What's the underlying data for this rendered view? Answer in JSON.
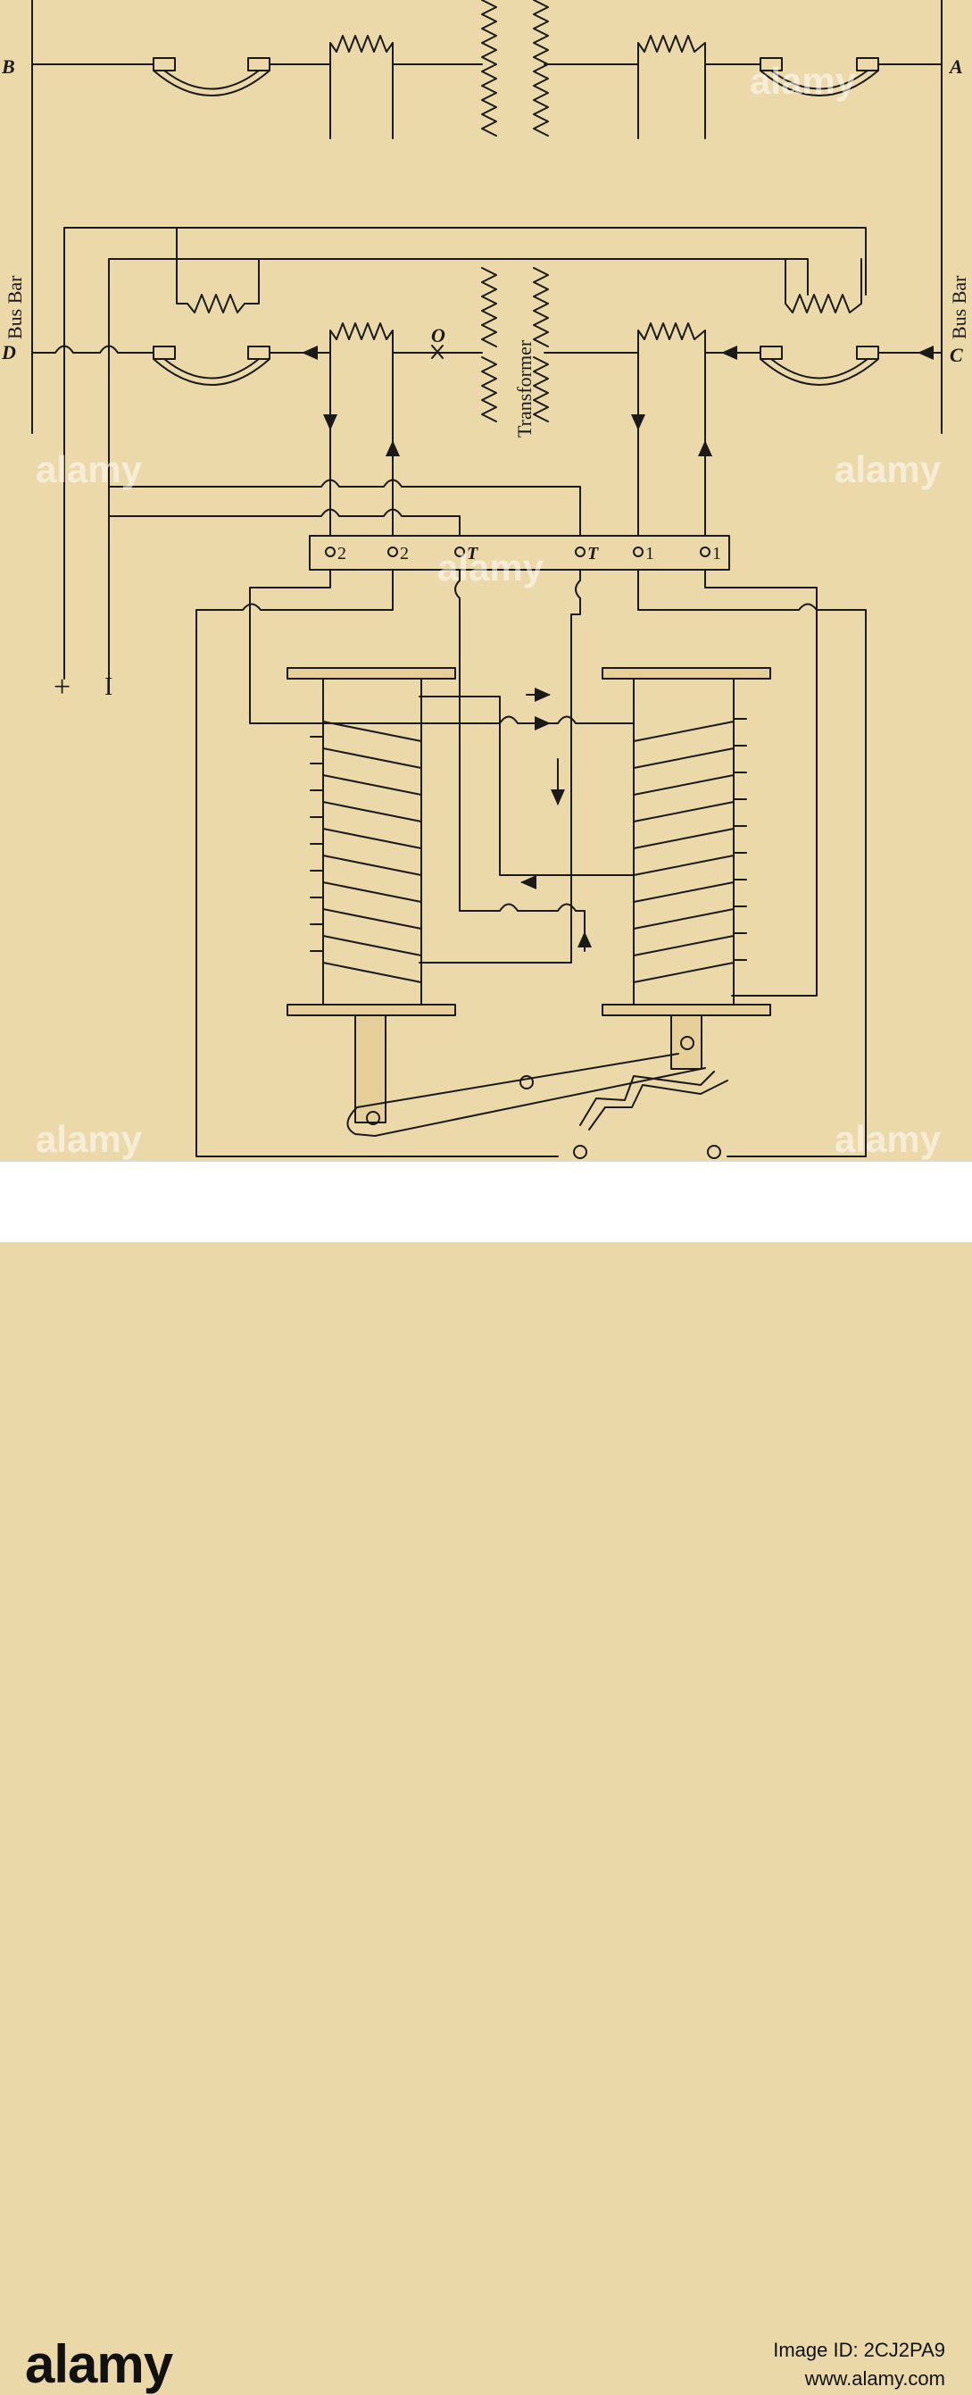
{
  "labels": {
    "bus_a": "A",
    "bus_b": "B",
    "bus_c": "C",
    "bus_d": "D",
    "bus_bar_left": "Bus Bar",
    "bus_bar_right": "Bus Bar",
    "transformer": "Transformer",
    "point_o": "O",
    "terminal_2a": "2",
    "terminal_2b": "2",
    "terminal_t_left": "T",
    "terminal_t_right": "T",
    "terminal_1a": "1",
    "terminal_1b": "1",
    "plus": "+",
    "minus": "I"
  },
  "watermark": {
    "text": "alamy"
  },
  "footer": {
    "logo": "alamy",
    "image_id": "Image ID: 2CJ2PA9",
    "url": "www.alamy.com"
  },
  "colors": {
    "paper": "#ecd9a9",
    "ink": "#1a1a1a"
  }
}
